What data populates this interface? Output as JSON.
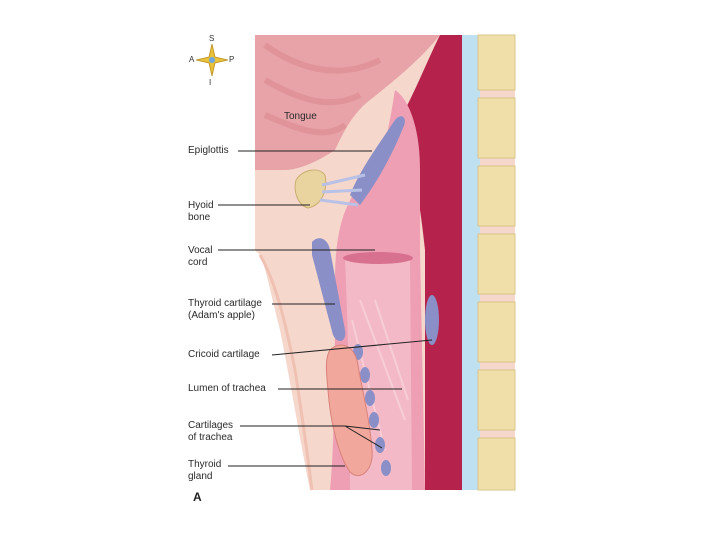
{
  "figure": {
    "panel_letter": "A",
    "compass": {
      "superior": "S",
      "anterior": "A",
      "posterior": "P",
      "inferior": "I"
    },
    "colors": {
      "tongue": "#e7a3a8",
      "muscle": "#d9848a",
      "mucosa": "#ee9fb4",
      "lumen": "#f3b9c6",
      "dark_airway": "#b5234d",
      "cartilage": "#8a8fc7",
      "bone": "#e9d4a0",
      "thyroid": "#f1a79b",
      "skin": "#f6d7cc",
      "spine": "#f0dfa8",
      "cord": "#bfe0f0"
    },
    "labels": [
      {
        "id": "tongue",
        "text": "Tongue"
      },
      {
        "id": "epiglottis",
        "text": "Epiglottis"
      },
      {
        "id": "hyoid",
        "text": "Hyoid\nbone"
      },
      {
        "id": "vocal",
        "text": "Vocal\ncord"
      },
      {
        "id": "thyroid-cartilage",
        "text": "Thyroid cartilage\n(Adam's apple)"
      },
      {
        "id": "cricoid",
        "text": "Cricoid cartilage"
      },
      {
        "id": "lumen",
        "text": "Lumen of trachea"
      },
      {
        "id": "cartilages",
        "text": "Cartilages\nof trachea"
      },
      {
        "id": "thyroid-gland",
        "text": "Thyroid\ngland"
      }
    ]
  }
}
